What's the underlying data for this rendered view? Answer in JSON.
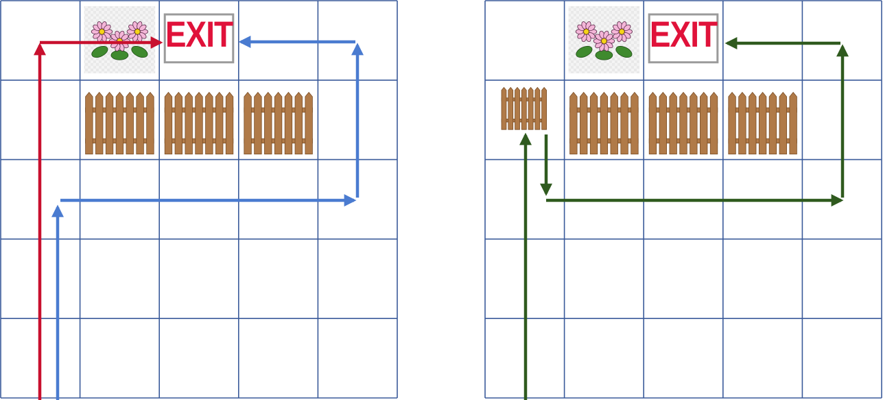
{
  "colors": {
    "grid": "#3a5a9a",
    "red_path": "#c8102e",
    "blue_path": "#4a7bd0",
    "green_path": "#2f5a1e",
    "exit_text": "#e0123a",
    "fence": "#b07a48",
    "fence_dark": "#7a4e26",
    "flower_petal": "#f4b6d8",
    "flower_center": "#f5d31a",
    "leaf": "#3f8a2e"
  },
  "grids": [
    {
      "name": "left-maze",
      "cols": 5,
      "rows": 5,
      "items": [
        {
          "type": "flowers",
          "col": 1,
          "row": 0
        },
        {
          "type": "exit",
          "col": 2,
          "row": 0,
          "label": "EXIT"
        },
        {
          "type": "fence",
          "col": 1,
          "row": 1
        },
        {
          "type": "fence",
          "col": 2,
          "row": 1
        },
        {
          "type": "fence",
          "col": 3,
          "row": 1
        }
      ]
    },
    {
      "name": "right-maze",
      "cols": 5,
      "rows": 5,
      "items": [
        {
          "type": "flowers",
          "col": 1,
          "row": 0
        },
        {
          "type": "exit",
          "col": 2,
          "row": 0,
          "label": "EXIT"
        },
        {
          "type": "fence-small",
          "col": 0,
          "row": 1
        },
        {
          "type": "fence",
          "col": 1,
          "row": 1
        },
        {
          "type": "fence",
          "col": 2,
          "row": 1
        },
        {
          "type": "fence",
          "col": 3,
          "row": 1
        }
      ]
    }
  ]
}
